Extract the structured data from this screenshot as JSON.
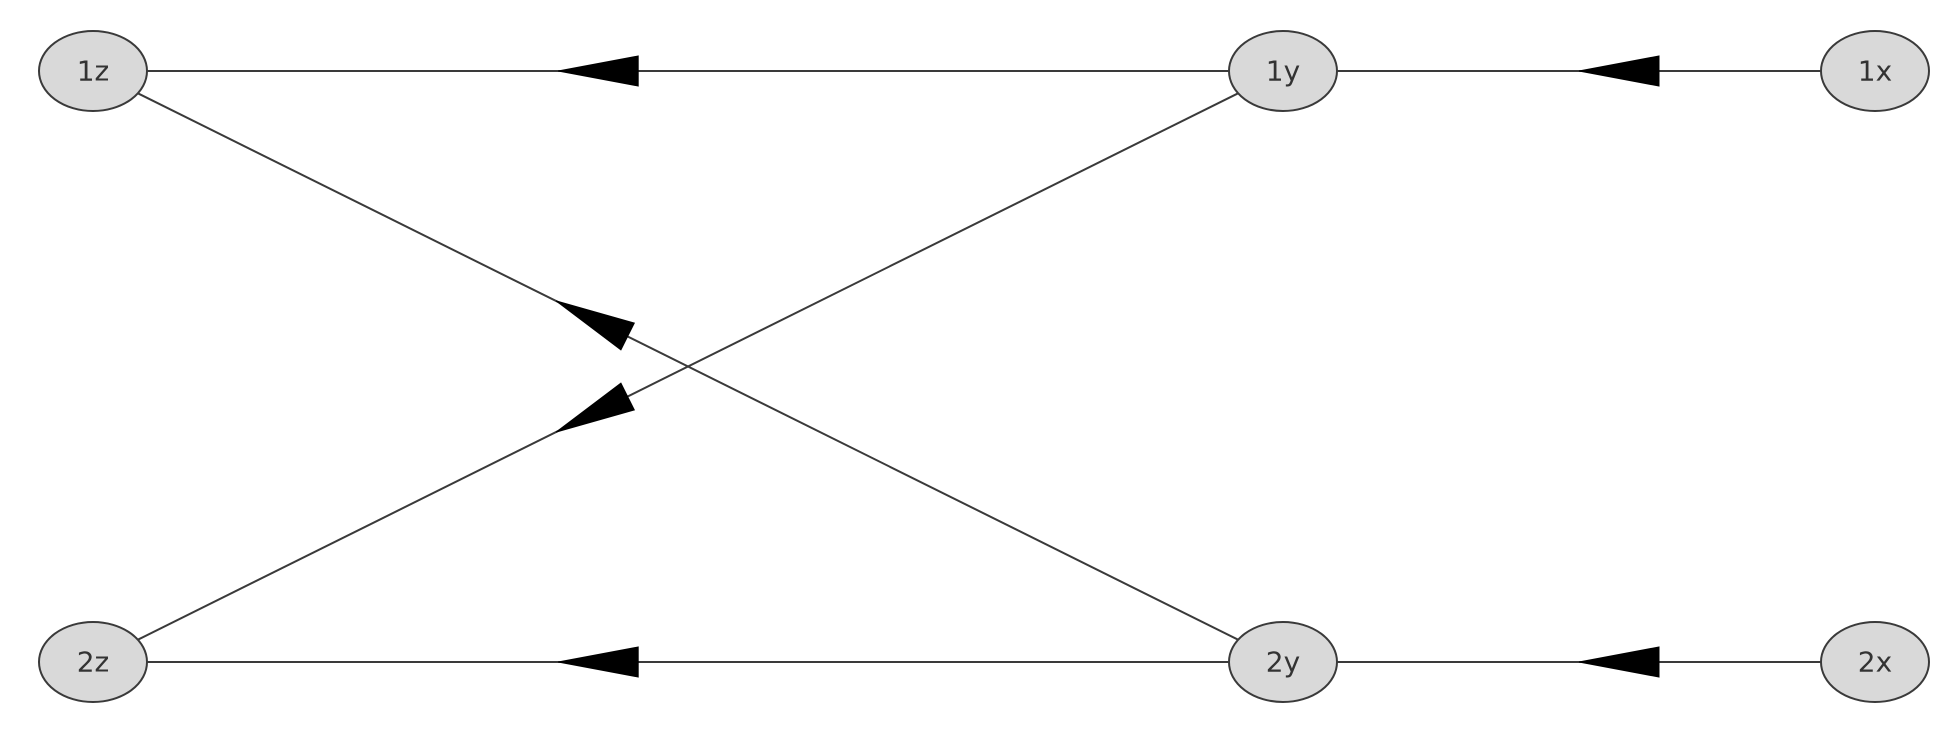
{
  "diagram": {
    "type": "directed-graph",
    "node_fill": "#d9d9d9",
    "edge_color": "#000000",
    "nodes": [
      {
        "id": "1z",
        "label": "1z"
      },
      {
        "id": "1y",
        "label": "1y"
      },
      {
        "id": "1x",
        "label": "1x"
      },
      {
        "id": "2z",
        "label": "2z"
      },
      {
        "id": "2y",
        "label": "2y"
      },
      {
        "id": "2x",
        "label": "2x"
      }
    ],
    "edges": [
      {
        "from": "1y",
        "to": "1z"
      },
      {
        "from": "1x",
        "to": "1y"
      },
      {
        "from": "2y",
        "to": "2z"
      },
      {
        "from": "2x",
        "to": "2y"
      },
      {
        "from": "2y",
        "to": "1z"
      },
      {
        "from": "1y",
        "to": "2z"
      }
    ]
  }
}
